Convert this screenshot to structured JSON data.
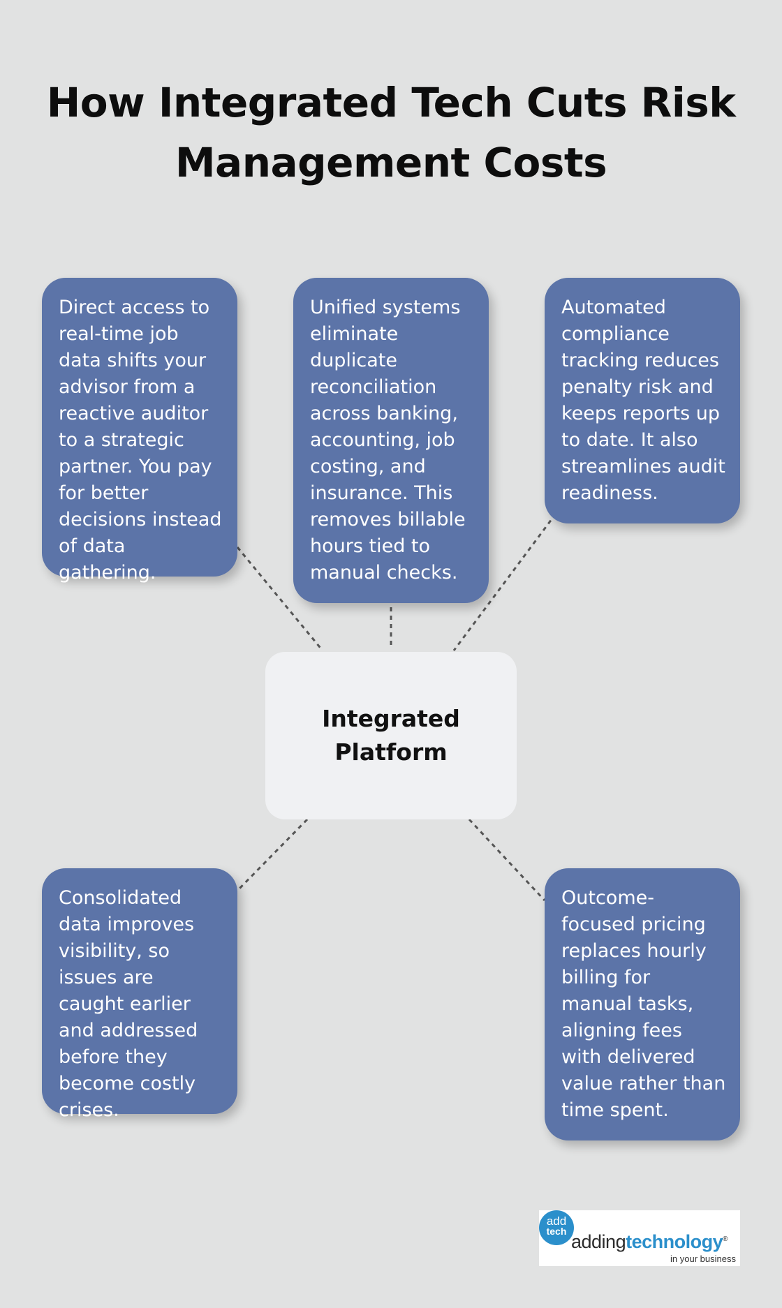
{
  "title": "How Integrated Tech Cuts Risk Management Costs",
  "center": {
    "label": "Integrated Platform"
  },
  "cards": {
    "top_left": "Direct access to real-time job data shifts your advisor from a reactive auditor to a strategic partner. You pay for better decisions instead of data gathering.",
    "top_middle": "Unified systems eliminate duplicate reconciliation across banking, accounting, job costing, and insurance. This removes billable hours tied to manual checks.",
    "top_right": "Automated compliance tracking reduces penalty risk and keeps reports up to date. It also streamlines audit readiness.",
    "bottom_left": "Consolidated data improves visibility, so issues are caught earlier and addressed before they become costly crises.",
    "bottom_right": "Outcome-focused pricing replaces hourly billing for manual tasks, aligning fees with delivered value rather than time spent."
  },
  "logo": {
    "badge_top": "add",
    "badge_bottom": "tech",
    "word_plain": "adding",
    "word_accent": "technology",
    "trademark": "®",
    "tagline": "in your business"
  },
  "colors": {
    "background": "#e1e2e2",
    "card": "#5c74a8",
    "center_box": "#f0f1f3",
    "connector": "#555555",
    "logo_accent": "#2b8fcb"
  }
}
